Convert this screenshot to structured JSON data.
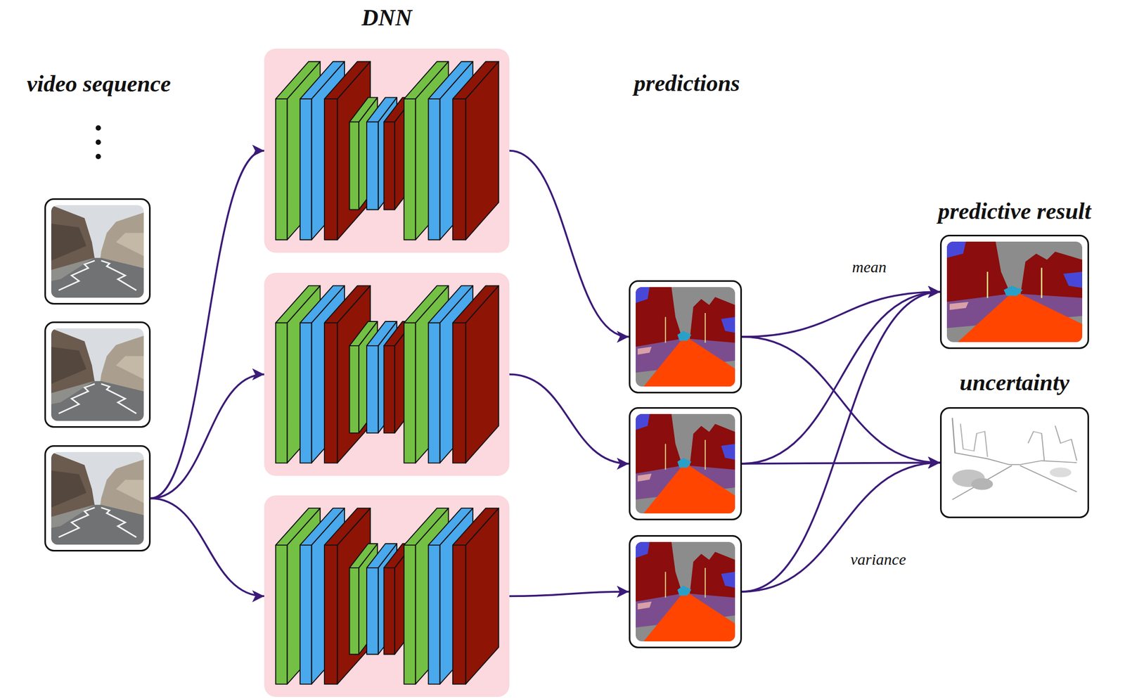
{
  "diagram": {
    "nodes": [
      {
        "text": []
      },
      {
        "text": [
          "DNN"
        ]
      },
      {
        "text": []
      },
      {
        "text": []
      },
      {
        "text": []
      },
      {
        "text": []
      },
      {
        "text": []
      },
      {
        "text": [
          "predictive result"
        ]
      },
      {
        "text": [
          "uncertainty"
        ]
      }
    ],
    "edges": [
      {
        "from": 0,
        "to": 1,
        "arrow": "to"
      },
      {
        "from": 0,
        "to": 2,
        "arrow": "to"
      },
      {
        "from": 0,
        "to": 3,
        "arrow": "to"
      },
      {
        "from": 1,
        "to": 4,
        "arrow": "to"
      },
      {
        "from": 2,
        "to": 5,
        "arrow": "to"
      },
      {
        "from": 3,
        "to": 6,
        "arrow": "to"
      },
      {
        "from": 4,
        "to": 7,
        "arrow": "to"
      },
      {
        "from": 5,
        "to": 7,
        "arrow": "to"
      },
      {
        "from": 6,
        "to": 7,
        "arrow": "to"
      },
      {
        "from": 4,
        "to": 8,
        "arrow": "to"
      },
      {
        "from": 5,
        "to": 8,
        "arrow": "to"
      },
      {
        "from": 6,
        "to": 8,
        "arrow": "to"
      }
    ],
    "labels": [
      "video sequence",
      "predictions",
      "mean",
      "variance"
    ]
  }
}
